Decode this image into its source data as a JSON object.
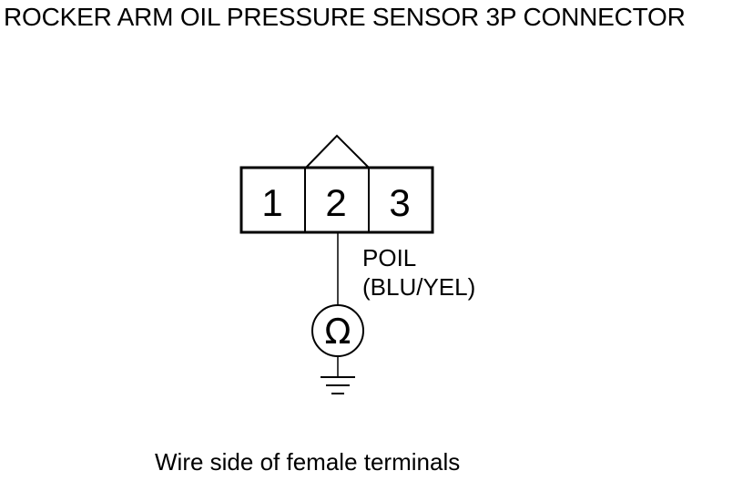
{
  "title": "ROCKER ARM OIL PRESSURE SENSOR 3P CONNECTOR",
  "connector": {
    "pins": [
      "1",
      "2",
      "3"
    ],
    "key_on_pin": "2"
  },
  "wire": {
    "pin": "2",
    "signal": "POIL",
    "color": "(BLU/YEL)"
  },
  "meter": {
    "symbol": "Ω",
    "icon": "ohmmeter-icon"
  },
  "ground": {
    "icon": "ground-icon"
  },
  "caption": "Wire side of female terminals"
}
